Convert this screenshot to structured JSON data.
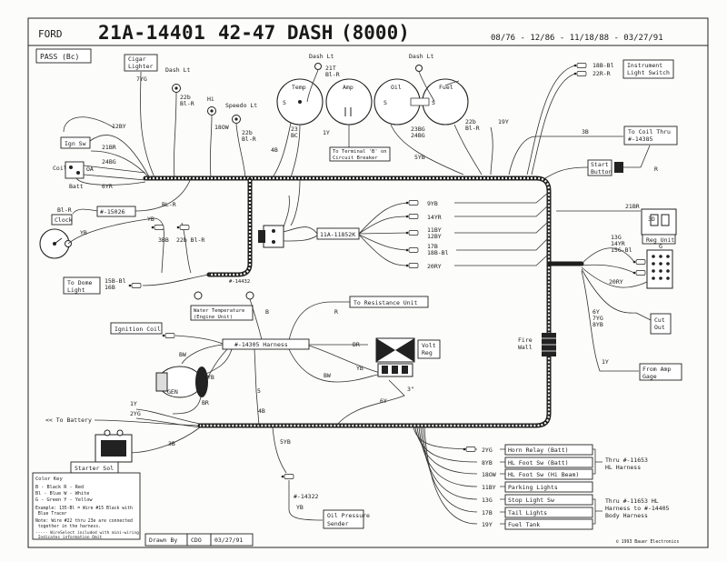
{
  "header": {
    "make": "FORD",
    "part_number": "21A-14401",
    "years": "42-47 DASH",
    "series": "(8000)",
    "dates": "08/76 - 12/86 - 11/18/88 - 03/27/91"
  },
  "pass_label": "PASS (Bc)",
  "components": {
    "cigar_lighter": "Cigar\nLighter",
    "dash_lt_left": "Dash Lt",
    "dash_lt_temp": "Dash Lt",
    "dash_lt_oil": "Dash Lt",
    "hi": "Hi",
    "speedo_lt": "Speedo Lt",
    "temp": "Temp",
    "amp": "Amp",
    "oil": "Oil",
    "fuel": "Fuel",
    "instrument_switch": "Instrument\nLight Switch",
    "ign_sw": "Ign Sw",
    "coil": "Coil",
    "batt": "Batt",
    "term_b": "To Terminal 'B' on\nCircuit Breaker",
    "to_coil": "To Coil Thru\n#-14385",
    "start_button": "Start\nButton",
    "clock_part": "#-15026",
    "clock": "Clock",
    "to_dome": "To Dome\nLight",
    "harness_11a": "11A-11852K",
    "fire_wall": "Fire\nWall",
    "reg_unit": "Reg Unit",
    "cut_out": "Cut\nOut",
    "from_amp": "From Amp\nGage",
    "water_temp": "Water Temperature\n(Engine Unit)",
    "resistance": "To Resistance Unit",
    "ignition_coil": "Ignition Coil",
    "harness_14305": "#-14305 Harness",
    "volt_reg": "Volt\nReg",
    "gen": "GEN",
    "to_battery": "<< To Battery",
    "starter_sol": "Starter Sol",
    "oil_sender_num": "#-14322",
    "oil_sender": "Oil Pressure\nSender",
    "harness_14432": "#-14432"
  },
  "dest_boxes": [
    {
      "wire": "2YG",
      "label": "Horn Relay (Batt)"
    },
    {
      "wire": "8YB",
      "label": "HL Foot Sw (Batt)"
    },
    {
      "wire": "18OW",
      "label": "HL Foot Sw (Hi Beam)"
    },
    {
      "wire": "11BY",
      "label": "Parking Lights"
    },
    {
      "wire": "13G",
      "label": "Stop Light Sw"
    },
    {
      "wire": "17B",
      "label": "Tail Lights"
    },
    {
      "wire": "19Y",
      "label": "Fuel Tank"
    }
  ],
  "dest_notes": {
    "upper": "Thru #-11653\nHL Harness",
    "lower": "Thru #-11653 HL\nHarness to #-14405\nBody Harness"
  },
  "connector_wires": [
    "9YB",
    "14YR",
    "11BY\n12BY",
    "17B\n18B-Bl",
    "20RY"
  ],
  "wire_labels": {
    "w7yg": "7YG",
    "w22b": "22b\nBl-R",
    "w18ow": "18OW",
    "w22b_sp": "22b\nBl-R",
    "w21t": "21T\nBl-R",
    "w23": "23\nBC",
    "w1y": "1Y",
    "w4b": "4B",
    "w23bg": "23BG\n24BG",
    "w5yb": "5YB",
    "w22b_oil": "22b\nBl-R",
    "w19y": "19Y",
    "w3b": "3B",
    "w18b": "18B-Bl",
    "w22r": "22R-R",
    "w12by": "12BY",
    "w21br": "21BR",
    "w24bg": "24BG",
    "w6yr": "6YR",
    "wbl": "Bl-R",
    "wblr2": "BL-R",
    "wyb": "YB",
    "w3b2": "3BB",
    "wblr3": "22b Bl-R",
    "w15b": "15B-Bl\n16B",
    "wr": "R",
    "wb": "B",
    "wbw": "BW",
    "wdr": "DR",
    "wyb2": "YB",
    "wbw2": "BW",
    "wbr": "BR",
    "w6y": "6Y",
    "w3": "3\"",
    "w4b2": "4B",
    "w5yb2": "5YB",
    "wyb3": "YB",
    "w1y2": "1Y",
    "w2yg": "2YG",
    "w3b3": "3B",
    "w21br2": "21BR",
    "w13g": "13G\n14YR\n15G-Bl",
    "w20ry": "20RY",
    "w6y2": "6Y\n7YG\n8YB",
    "w1y3": "1Y",
    "wr2": "R",
    "w38": "3B",
    "w3bs": "3B"
  },
  "color_key": {
    "title": "Color Key",
    "rows": [
      "B - Black      R - Red",
      "Bl - Blue      W - White",
      "G - Green      Y - Yellow"
    ],
    "example": "Example: 135-Bl = Wire #15 Black with\n                  Blue Tracer",
    "note": "Note: Wire #22 thru 23e are connected\n      together in the harness.",
    "legend": "----- WireSelect included with mini-wiring.\n      Indicates information Omit"
  },
  "footer": {
    "drawn_by": "Drawn By",
    "cdo": "CDO",
    "date": "03/27/91",
    "copyright": "© 1993 Bauer Electronics"
  }
}
